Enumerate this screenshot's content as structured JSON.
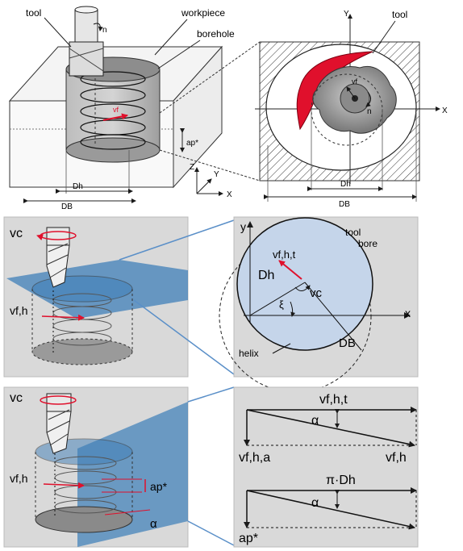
{
  "colors": {
    "panel_bg": "#d9d9d9",
    "bore_fill": "#c5d5ea",
    "plane_blue": "#3f7fb8",
    "vector_red": "#e0102c",
    "tool_gray": "#9a9a9a",
    "line": "#1a1a1a"
  },
  "top_left": {
    "tool_label": "tool",
    "workpiece_label": "workpiece",
    "borehole_label": "borehole",
    "spindle_label": "n",
    "feed_label": "vf",
    "depth_label": "ap*",
    "dh_label": "Dh",
    "db_label": "DB",
    "axis_z": "Z",
    "axis_y": "Y",
    "axis_x": "X"
  },
  "top_right": {
    "tool_label": "tool",
    "axis_y": "Y",
    "axis_x": "X",
    "feed_label": "vf",
    "spindle_label": "n",
    "dh_label": "Dh",
    "db_label": "DB"
  },
  "mid_left": {
    "vc_label": "vc",
    "vfh_label": "vf,h"
  },
  "mid_right": {
    "axis_y": "y",
    "axis_x": "x",
    "tool_label": "tool",
    "bore_label": "bore",
    "vfht_label": "vf,h,t",
    "dh_label": "Dh",
    "vc_label": "vc",
    "xi_label": "ξ",
    "helix_label": "helix",
    "db_label": "DB"
  },
  "bot_left": {
    "vc_label": "vc",
    "vfh_label": "vf,h",
    "ap_label": "ap*",
    "alpha_label": "α"
  },
  "bot_right": {
    "vfht_label": "vf,h,t",
    "alpha_label_1": "α",
    "vfha_label": "vf,h,a",
    "vfh_label": "vf,h",
    "pidh_label": "π·Dh",
    "alpha_label_2": "α",
    "ap_label": "ap*"
  }
}
